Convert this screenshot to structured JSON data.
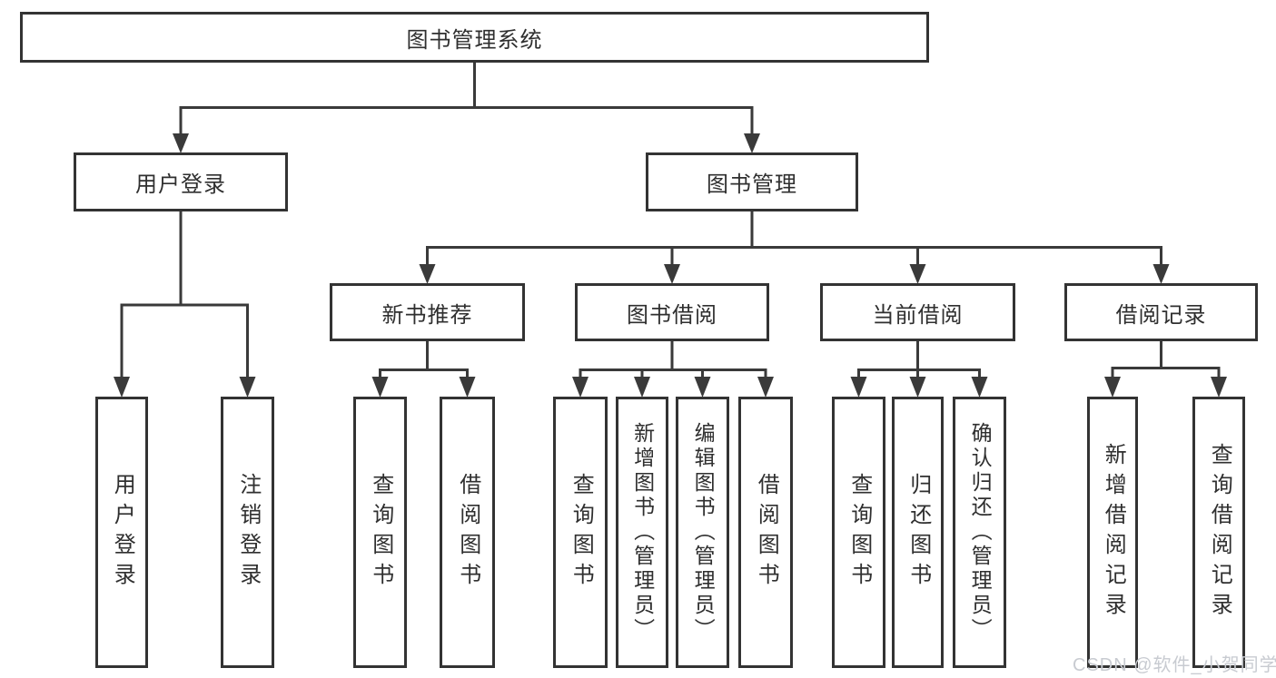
{
  "tree": {
    "root": {
      "label": "图书管理系统"
    },
    "branches": [
      {
        "label": "用户登录",
        "children": [
          {
            "label": "用户登录"
          },
          {
            "label": "注销登录"
          }
        ]
      },
      {
        "label": "图书管理",
        "children": [
          {
            "label": "新书推荐",
            "children": [
              {
                "label": "查询图书"
              },
              {
                "label": "借阅图书"
              }
            ]
          },
          {
            "label": "图书借阅",
            "children": [
              {
                "label": "查询图书"
              },
              {
                "label": "新增图书（管理员）"
              },
              {
                "label": "编辑图书（管理员）"
              },
              {
                "label": "借阅图书"
              }
            ]
          },
          {
            "label": "当前借阅",
            "children": [
              {
                "label": "查询图书"
              },
              {
                "label": "归还图书"
              },
              {
                "label": "确认归还（管理员）"
              }
            ]
          },
          {
            "label": "借阅记录",
            "children": [
              {
                "label": "新增借阅记录"
              },
              {
                "label": "查询借阅记录"
              }
            ]
          }
        ]
      }
    ]
  },
  "watermark": {
    "text": "CSDN @软件_小贺同学"
  },
  "colors": {
    "line": "#3a3a3a",
    "box_border": "#333333",
    "text": "#2f2f2f",
    "watermark": "#c8cbd1",
    "background": "#ffffff"
  }
}
